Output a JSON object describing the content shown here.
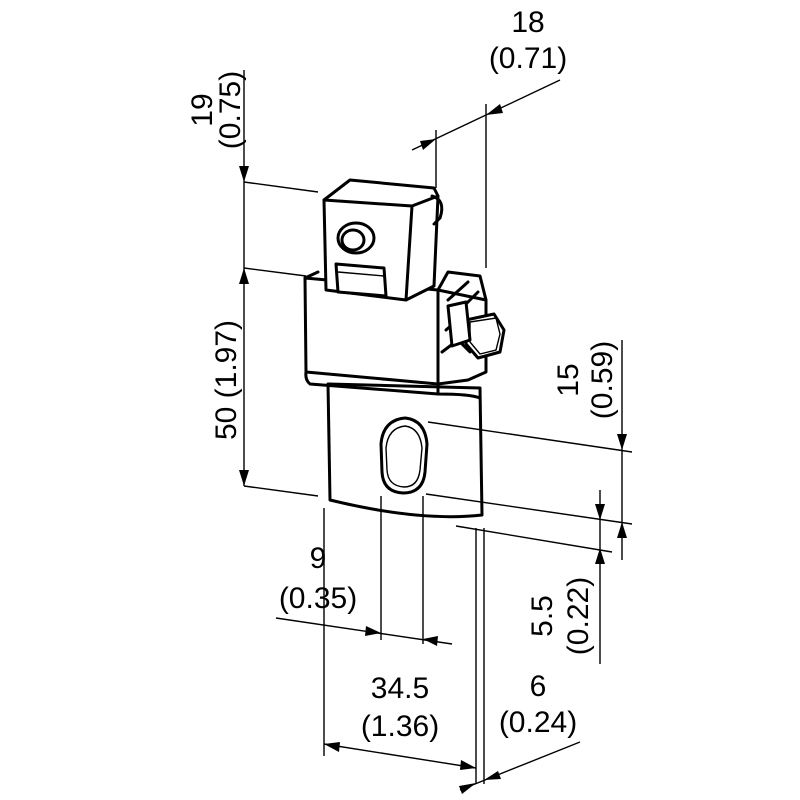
{
  "dimensions": {
    "top_width": {
      "value": "18",
      "imperial": "(0.71)"
    },
    "top_height": {
      "value": "19",
      "imperial": "(0.75)"
    },
    "main_height": {
      "label": "50 (1.97)"
    },
    "slot_offset": {
      "value": "15",
      "imperial": "(0.59)"
    },
    "slot_width": {
      "value": "9",
      "imperial": "(0.35)"
    },
    "bottom_offset": {
      "value": "5.5",
      "imperial": "(0.22)"
    },
    "overall_width": {
      "value": "34.5",
      "imperial": "(1.36)"
    },
    "thickness": {
      "value": "6",
      "imperial": "(0.24)"
    }
  },
  "colors": {
    "line": "#000000",
    "background": "#ffffff"
  }
}
